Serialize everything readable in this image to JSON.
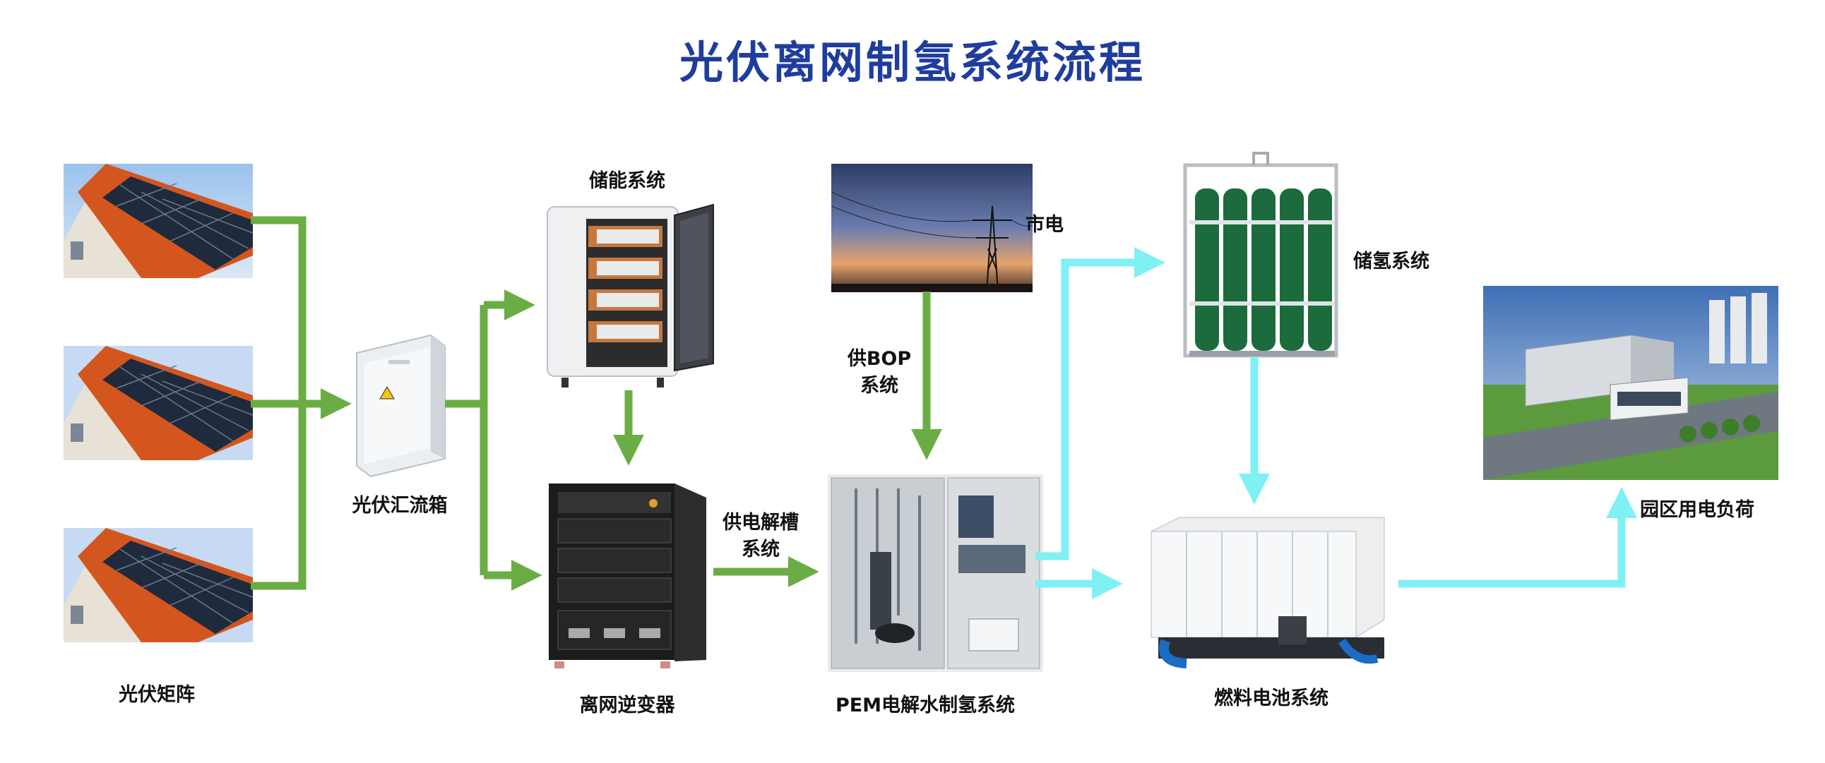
{
  "title": "光伏离网制氢系统流程",
  "colors": {
    "title": "#1f3d9c",
    "power_flow": "#6aad45",
    "hydrogen_flow": "#7ff0f3"
  },
  "nodes": {
    "pv_array": "光伏矩阵",
    "combiner_box": "光伏汇流箱",
    "storage": "储能系统",
    "inverter": "离网逆变器",
    "grid": "市电",
    "bop_supply": "供BOP\n系统",
    "electrolyzer_supply": "供电解槽\n系统",
    "pem": "PEM电解水制氢系统",
    "h2_storage": "储氢系统",
    "fuel_cell": "燃料电池系统",
    "load": "园区用电负荷"
  },
  "icons": [
    "solar-roof",
    "combiner-box",
    "battery-cabinet",
    "inverter-cabinet",
    "power-tower",
    "electrolyzer-skid",
    "gas-cylinder-rack",
    "fuel-cell-module",
    "industrial-park"
  ]
}
